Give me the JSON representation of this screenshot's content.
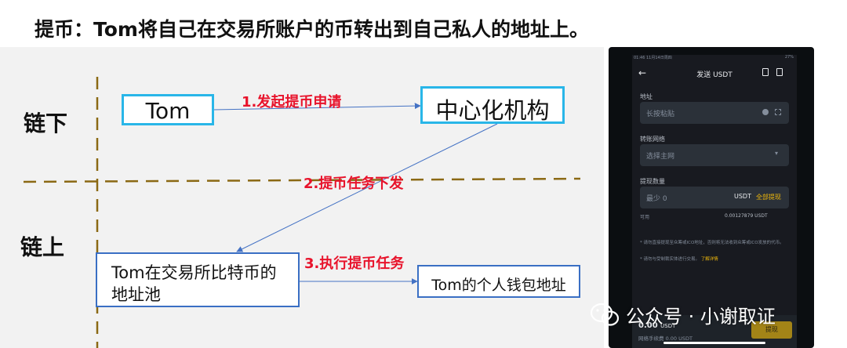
{
  "title": "提币：Tom将自己在交易所账户的币转出到自己私人的地址上。",
  "zones": {
    "offchain": "链下",
    "onchain": "链上"
  },
  "boxes": {
    "tom": "Tom",
    "center": "中心化机构",
    "pool_line1": "Tom在交易所比特币的",
    "pool_line2": "地址池",
    "wallet": "Tom的个人钱包地址"
  },
  "steps": {
    "s1": "1.发起提币申请",
    "s2": "2.提币任务下发",
    "s3": "3.执行提币任务"
  },
  "phone": {
    "status_left": "01:46  11月14日周四",
    "status_right": "27%",
    "header_title": "发送 USDT",
    "address_label": "地址",
    "address_placeholder": "长按粘贴",
    "network_label": "转账网络",
    "network_placeholder": "选择主网",
    "amount_label": "提现数量",
    "amount_placeholder": "最少 0",
    "amount_unit": "USDT",
    "amount_all": "全部提现",
    "available_label": "可用",
    "available_value": "0.00127879 USDT",
    "note1": "* 请勿直接提现至众筹或ICO地址，否则将无法收到众筹或ICO发放的代币。",
    "note2": "* 请勿与受制裁实体进行交易。",
    "note2_link": "了解详情",
    "receive_amount": "0.00",
    "receive_unit": "USDT",
    "fee_text": "网络手续费 0.00 USDT",
    "submit_label": "提现"
  },
  "watermark": "公众号 · 小谢取证",
  "colors": {
    "arrow": "#4472c4",
    "step_text": "#e8132b",
    "divider": "#8b6914",
    "cyan_border": "#29b6e8",
    "blue_border": "#3a6fc4",
    "accent": "#f0b90b"
  }
}
